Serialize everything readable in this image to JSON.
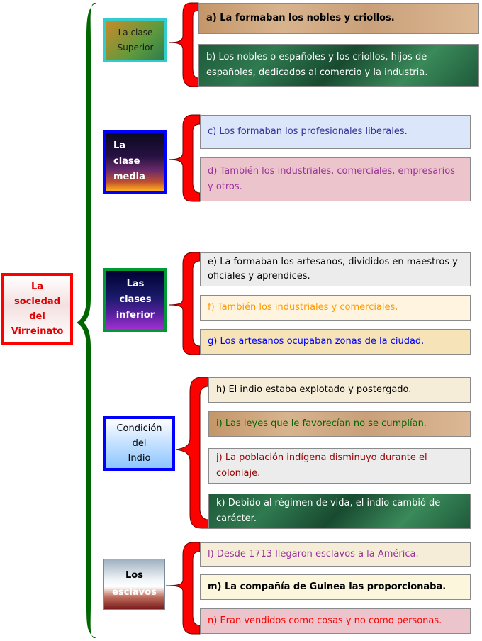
{
  "root": {
    "lines": [
      "La",
      "sociedad",
      "del",
      "Virreinato"
    ]
  },
  "categories": [
    {
      "lines": [
        "La clase",
        "Superior"
      ]
    },
    {
      "lines": [
        "La",
        "clase",
        "media"
      ]
    },
    {
      "lines": [
        "Las",
        "clases",
        "inferior"
      ]
    },
    {
      "lines": [
        "Condición",
        "del",
        "Indio"
      ]
    },
    {
      "lines": [
        "Los",
        "esclavos"
      ]
    }
  ],
  "items": {
    "a": "a) La formaban los nobles y criollos.",
    "b": "b) Los nobles o españoles y los criollos, hijos de españoles, dedicados al comercio y la industria.",
    "c": "c) Los formaban los profesionales liberales.",
    "d": "d) También los industriales, comerciales, empresarios y otros.",
    "e": "e) La formaban los artesanos, divididos en maestros y oficiales y aprendices.",
    "f": "f) También los industriales y comerciales.",
    "g": "g) Los artesanos ocupaban zonas de la ciudad.",
    "h": "h) El indio estaba explotado y postergado.",
    "i": "i) Las leyes que le favorecían no se cumplían.",
    "j": "j) La población indígena disminuyo durante el coloniaje.",
    "k": "k) Debido al régimen de vida, el indio cambió de carácter.",
    "l": "l) Desde 1713 llegaron esclavos a la América.",
    "m": "m) La compañía de Guinea las proporcionaba.",
    "n": "n) Eran vendidos como cosas y no como personas."
  },
  "colors": {
    "brace": "#006600",
    "bracket": "#ff0000",
    "text_c": "#333399",
    "text_d": "#993399",
    "text_f": "#ff9900",
    "text_g": "#0000ff",
    "text_i": "#006600",
    "text_j": "#990000",
    "text_l": "#993399",
    "text_n": "#ff0000"
  }
}
